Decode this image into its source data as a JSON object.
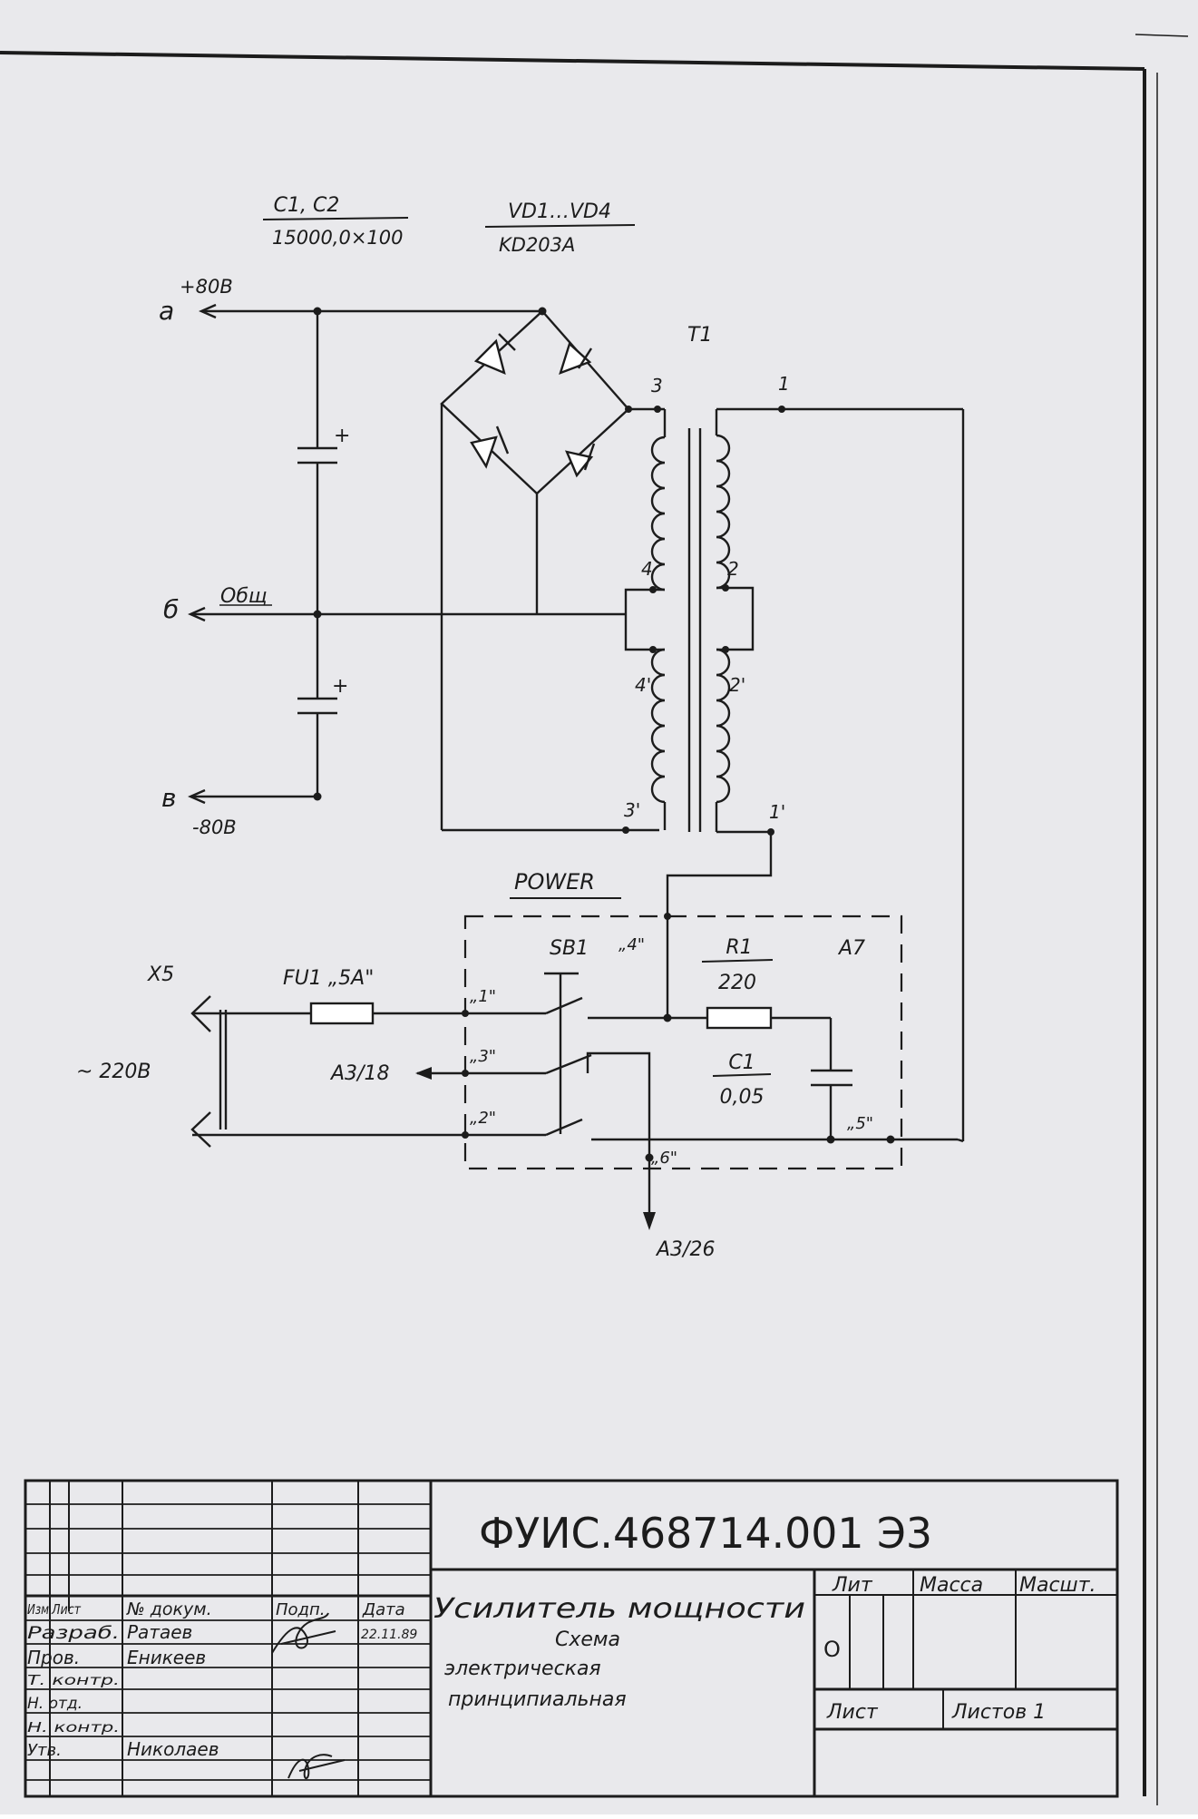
{
  "schematic": {
    "caps_header": "C1, C2",
    "caps_value": "15000,0×100",
    "diodes_header": "VD1…VD4",
    "diodes_value": "KD203A",
    "transformer": "T1",
    "plus_80_label": "+80B",
    "node_a": "a",
    "node_b": "б",
    "node_v": "в",
    "common_label": "Общ",
    "minus_80_label": "-80B",
    "cap_plus": "+",
    "pin_1": "1",
    "pin_2": "2",
    "pin_2p": "2'",
    "pin_1p": "1'",
    "pin_3": "3",
    "pin_4": "4",
    "pin_4p": "4'",
    "pin_3p": "3'",
    "power_label": "POWER",
    "x5_label": "X5",
    "fuse_label": "FU1 „5A\"",
    "ac_label": "~ 220B",
    "a3_18_label": "A3/18",
    "sb1_label": "SB1",
    "contact_1": "„1\"",
    "contact_2": "„2\"",
    "contact_3": "„3\"",
    "contact_4": "„4\"",
    "contact_5": "„5\"",
    "contact_6": "„6\"",
    "r1_label": "R1",
    "r1_value": "220",
    "a7_label": "A7",
    "c1_label": "C1",
    "c1_value": "0,05",
    "a3_26_label": "A3/26"
  },
  "title_block": {
    "document_code": "ФУИС.468714.001 Э3",
    "col_izm": "Изм",
    "col_list": "Лист",
    "col_doc": "№ докум.",
    "col_sign": "Подп.",
    "col_date": "Дата",
    "role_razrab": "Разраб.",
    "role_prov": "Пров.",
    "role_tkontr": "Т. контр.",
    "role_notd": "Н. отд.",
    "role_nkontr": "Н. контр.",
    "role_utv": "Утв.",
    "name_razrab": "Ратаев",
    "name_prov": "Еникеев",
    "name_utv": "Николаев",
    "date_razrab": "22.11.89",
    "title_line1": "Усилитель мощности",
    "title_line2": "Схема",
    "title_line3": "электрическая",
    "title_line4": "принципиальная",
    "lit_header": "Лит",
    "mass_header": "Масса",
    "scale_header": "Масшт.",
    "lit_value": "О",
    "sheet_label": "Лист",
    "sheets_label": "Листов 1"
  }
}
